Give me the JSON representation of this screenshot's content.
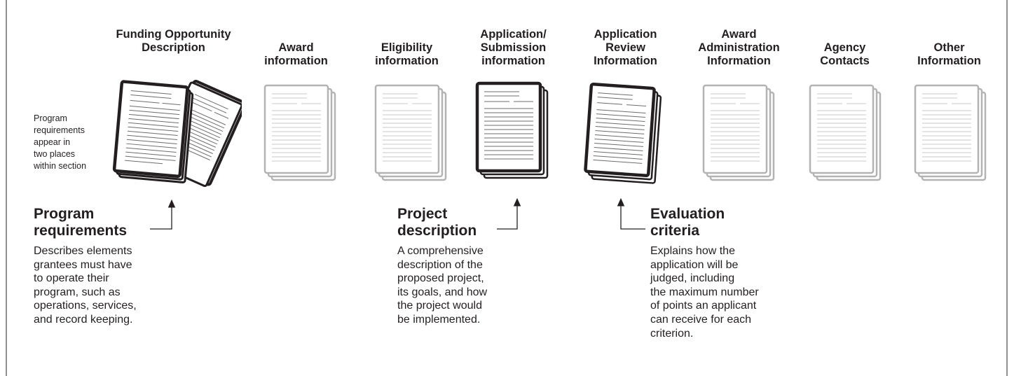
{
  "sections": [
    {
      "id": "funding-opportunity-description",
      "label": "Funding Opportunity\nDescription",
      "highlighted": true
    },
    {
      "id": "award-information",
      "label": "Award\ninformation",
      "highlighted": false
    },
    {
      "id": "eligibility-information",
      "label": "Eligibility\ninformation",
      "highlighted": false
    },
    {
      "id": "application-submission-information",
      "label": "Application/\nSubmission\ninformation",
      "highlighted": true
    },
    {
      "id": "application-review-information",
      "label": "Application\nReview\nInformation",
      "highlighted": true
    },
    {
      "id": "award-administration-information",
      "label": "Award\nAdministration\nInformation",
      "highlighted": false
    },
    {
      "id": "agency-contacts",
      "label": "Agency\nContacts",
      "highlighted": false
    },
    {
      "id": "other-information",
      "label": "Other\nInformation",
      "highlighted": false
    }
  ],
  "side_note": "Program\nrequirements\nappear in\ntwo places\nwithin section",
  "callouts": [
    {
      "id": "program-requirements",
      "title": "Program\nrequirements",
      "body": "Describes elements\ngrantees must have\nto operate their\nprogram, such as\noperations, services,\nand record keeping."
    },
    {
      "id": "project-description",
      "title": "Project\ndescription",
      "body": "A comprehensive\ndescription of the\nproposed project,\nits goals, and how\nthe project would\nbe implemented."
    },
    {
      "id": "evaluation-criteria",
      "title": "Evaluation\ncriteria",
      "body": "Explains how the\napplication will be\njudged, including\nthe maximum number\nof points an applicant\ncan receive for each\ncriterion."
    }
  ],
  "colors": {
    "dark_stroke": "#231f20",
    "light_stroke": "#b3b3b3",
    "line_dark": "#6d6d6d",
    "line_light": "#c8c8c8"
  }
}
